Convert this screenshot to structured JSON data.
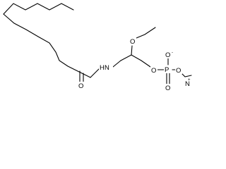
{
  "molecule": {
    "amide_nitrogen": "H",
    "amide_nitrogen_label": "N",
    "carbonyl_oxygen": "O",
    "ether_oxygen": "O",
    "phosphate_ester_oxygen_left": "O",
    "phosphorus": "P",
    "phosphate_oxo": "O",
    "phosphate_anion_oxygen": "O",
    "anion_charge": "-",
    "phosphate_ester_oxygen_right": "O",
    "ammonium_nitrogen": "N",
    "ammonium_charge": "+"
  }
}
